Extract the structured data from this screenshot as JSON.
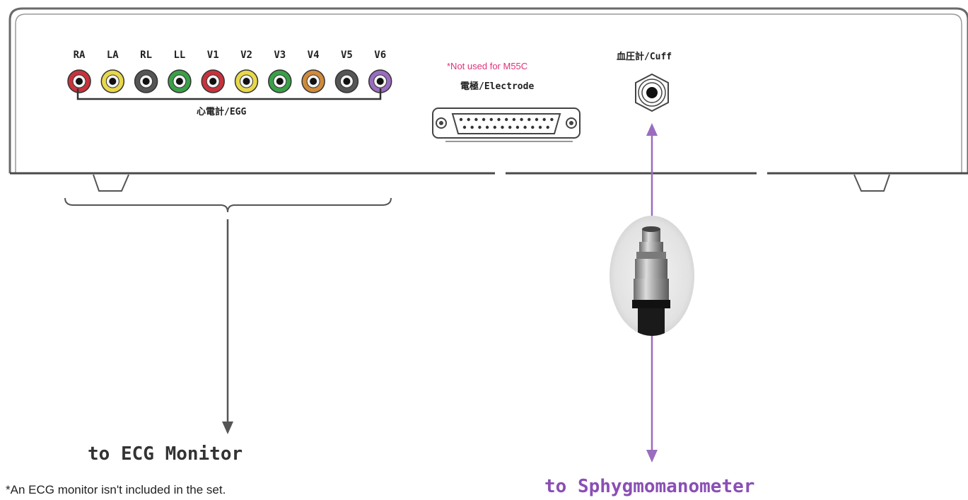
{
  "device": {
    "ecg_ports": [
      {
        "label": "RA",
        "color": "#c8323c"
      },
      {
        "label": "LA",
        "color": "#e8d84a"
      },
      {
        "label": "RL",
        "color": "#555555"
      },
      {
        "label": "LL",
        "color": "#3aa048"
      },
      {
        "label": "V1",
        "color": "#c8323c"
      },
      {
        "label": "V2",
        "color": "#e8d84a"
      },
      {
        "label": "V3",
        "color": "#3aa048"
      },
      {
        "label": "V4",
        "color": "#d08a3c"
      },
      {
        "label": "V5",
        "color": "#555555"
      },
      {
        "label": "V6",
        "color": "#9a6cc0"
      }
    ],
    "ecg_group_label": "心電計/EGG",
    "electrode_note": "*Not used for M55C",
    "electrode_label": "電極/Electrode",
    "cuff_label": "血圧計/Cuff"
  },
  "destinations": {
    "ecg": "to ECG Monitor",
    "sphyg": "to Sphygmomanometer",
    "footnote": "*An ECG monitor isn't included in the set."
  },
  "colors": {
    "ecg_arrow": "#555555",
    "sphyg_arrow": "#9a6cc0",
    "pink_note": "#e0307a"
  }
}
